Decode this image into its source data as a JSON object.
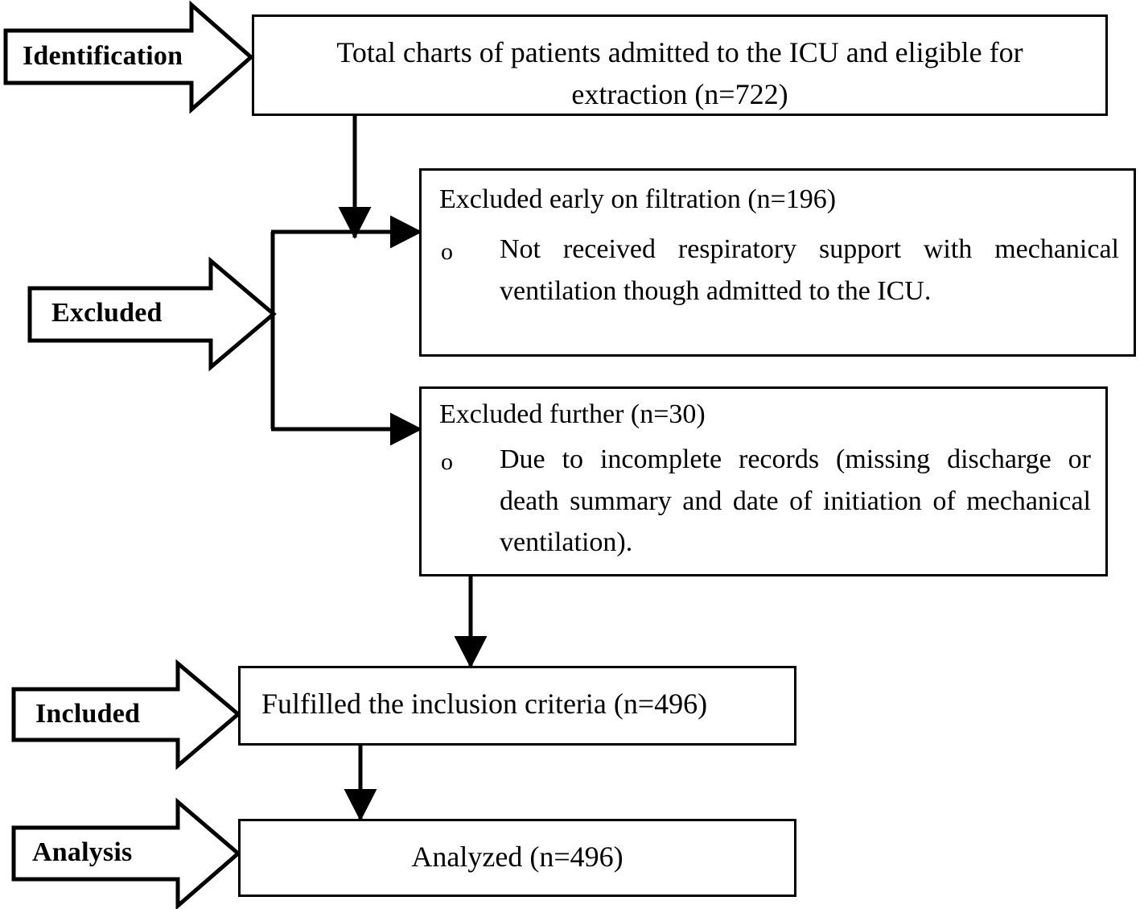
{
  "diagram": {
    "title": "PRISMA-style patient chart selection flow diagram",
    "stroke_color": "#000000",
    "background_color": "#ffffff",
    "stages": [
      {
        "key": "identification",
        "label": "Identification"
      },
      {
        "key": "excluded",
        "label": "Excluded"
      },
      {
        "key": "included",
        "label": "Included"
      },
      {
        "key": "analysis",
        "label": "Analysis"
      }
    ],
    "boxes": {
      "identification_box": {
        "text": "Total charts of patients admitted to the ICU and eligible for extraction (n=722)",
        "count": 722
      },
      "excluded_early_box": {
        "heading": "Excluded early on filtration (n=196)",
        "count": 196,
        "bullet_marker": "o",
        "bullet_text": "Not received respiratory support with mechanical ventilation though admitted to the ICU."
      },
      "excluded_further_box": {
        "heading": "Excluded further (n=30)",
        "count": 30,
        "bullet_marker": "o",
        "bullet_text": "Due to incomplete records (missing discharge or death summary and date of initiation of mechanical ventilation)."
      },
      "included_box": {
        "text": "Fulfilled the inclusion criteria (n=496)",
        "count": 496
      },
      "analysis_box": {
        "text": "Analyzed (n=496)",
        "count": 496
      }
    }
  }
}
